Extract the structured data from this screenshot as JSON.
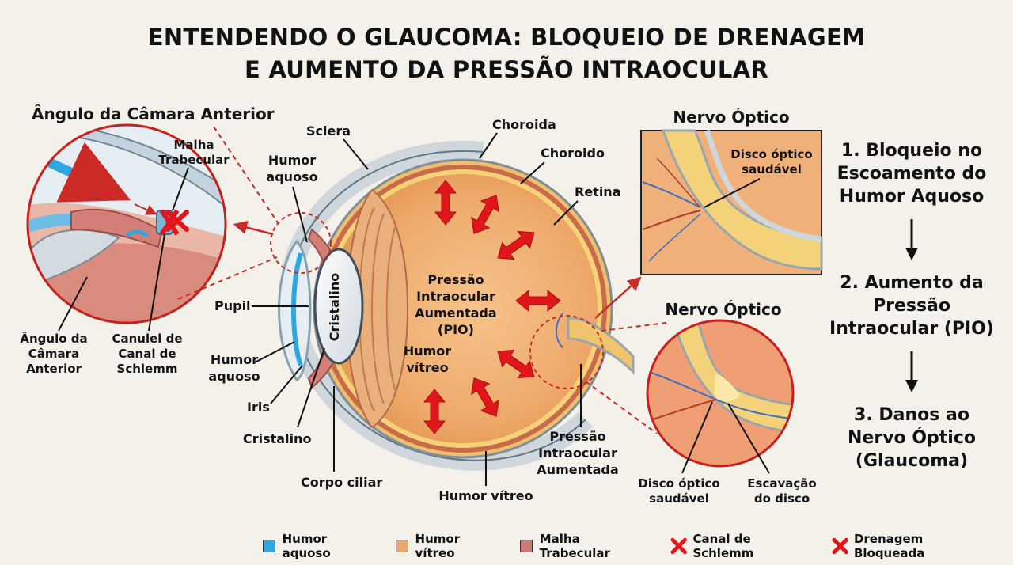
{
  "title": {
    "line1": "ENTENDENDO O GLAUCOMA: BLOQUEIO DE DRENAGEM",
    "line2": "E AUMENTO DA PRESSÃO INTRAOCULAR"
  },
  "angle_panel": {
    "heading": "Ângulo da Câmara Anterior",
    "malha_1": "Malha",
    "malha_2": "Trabecular",
    "angle_1": "Ângulo da",
    "angle_2": "Câmara",
    "angle_3": "Anterior",
    "canal_1": "Canulel de",
    "canal_2": "Canal de",
    "canal_3": "Schlemm"
  },
  "eye": {
    "sclera": "Sclera",
    "choroida": "Choroida",
    "choroido": "Choroido",
    "retina": "Retina",
    "humor_top_1": "Humor",
    "humor_top_2": "aquoso",
    "pupil": "Pupil",
    "humor_low_1": "Humor",
    "humor_low_2": "aquoso",
    "iris": "Iris",
    "cristalino_lens": "Cristalino",
    "cristalino_label": "Cristalino",
    "corpo_ciliar": "Corpo ciliar",
    "pio_1": "Pressão",
    "pio_2": "Intraocular",
    "pio_3": "Aumentada",
    "pio_4": "(PIO)",
    "vitreo_in_1": "Humor",
    "vitreo_in_2": "vítreo",
    "vitreo_bottom": "Humor vítreo",
    "pressao_1": "Pressão",
    "pressao_2": "Intraocular",
    "pressao_3": "Aumentada"
  },
  "nerve_top": {
    "heading": "Nervo Óptico",
    "disc_1": "Disco óptico",
    "disc_2": "saudável"
  },
  "nerve_bottom": {
    "heading": "Nervo Óptico",
    "disc_1": "Disco óptico",
    "disc_2": "saudável",
    "cup_1": "Escavação",
    "cup_2": "do disco"
  },
  "steps": {
    "s1_1": "1. Bloqueio no",
    "s1_2": "Escoamento do",
    "s1_3": "Humor Aquoso",
    "s2_1": "2. Aumento da",
    "s2_2": "Pressão",
    "s2_3": "Intraocular (PIO)",
    "s3_1": "3. Danos ao",
    "s3_2": "Nervo Óptico",
    "s3_3": "(Glaucoma)"
  },
  "legend": {
    "aquoso": "Humor aquoso",
    "vitreo": "Humor vítreo",
    "malha": "Malha Trabecular",
    "schlemm": "Canal de Schlemm",
    "drenagem": "Drenagem Bloqueada"
  },
  "colors": {
    "aqueous": "#2ea7e0",
    "vitreous": "#e8a874",
    "trabecular": "#cc7b74",
    "blocked": "#e0161b",
    "dashed": "#cc2a26"
  }
}
